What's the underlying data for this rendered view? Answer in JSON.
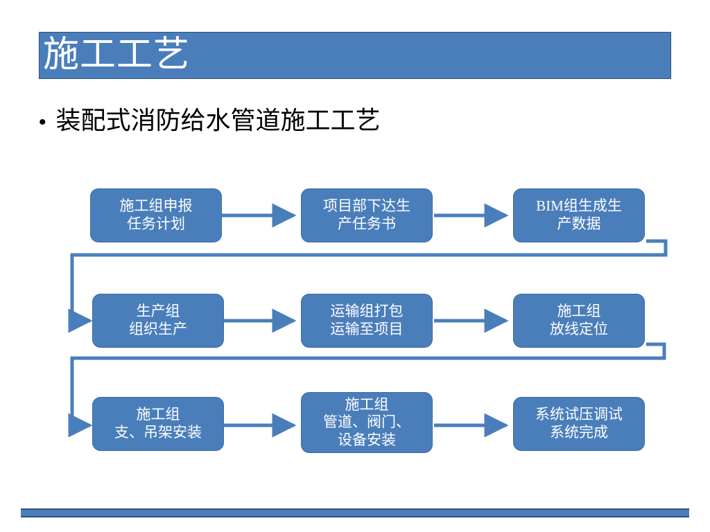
{
  "slide": {
    "title": "施工工艺",
    "bullet": {
      "marker": "•",
      "text": "装配式消防给水管道施工工艺"
    },
    "colors": {
      "accent": "#4A7EBB",
      "accent_border": "#2d4f77",
      "text": "#000000",
      "node_text": "#ffffff",
      "background": "#ffffff"
    }
  },
  "flowchart": {
    "type": "process-flow",
    "rows": 3,
    "columns": 3,
    "nodes": [
      {
        "id": "n1",
        "label": "施工组申报\n任务计划",
        "row": 1,
        "col": 1
      },
      {
        "id": "n2",
        "label": "项目部下达生\n产任务书",
        "row": 1,
        "col": 2
      },
      {
        "id": "n3",
        "label": "BIM组生成生\n产数据",
        "row": 1,
        "col": 3
      },
      {
        "id": "n4",
        "label": "生产组\n组织生产",
        "row": 2,
        "col": 1
      },
      {
        "id": "n5",
        "label": "运输组打包\n运输至项目",
        "row": 2,
        "col": 2
      },
      {
        "id": "n6",
        "label": "施工组\n放线定位",
        "row": 2,
        "col": 3
      },
      {
        "id": "n7",
        "label": "施工组\n支、吊架安装",
        "row": 3,
        "col": 1
      },
      {
        "id": "n8",
        "label": "施工组\n管道、阀门、\n设备安装",
        "row": 3,
        "col": 2
      },
      {
        "id": "n9",
        "label": "系统试压调试\n系统完成",
        "row": 3,
        "col": 3
      }
    ],
    "edges": [
      {
        "from": "n1",
        "to": "n2",
        "kind": "straight"
      },
      {
        "from": "n2",
        "to": "n3",
        "kind": "straight"
      },
      {
        "from": "n3",
        "to": "n4",
        "kind": "wrap"
      },
      {
        "from": "n4",
        "to": "n5",
        "kind": "straight"
      },
      {
        "from": "n5",
        "to": "n6",
        "kind": "straight"
      },
      {
        "from": "n6",
        "to": "n7",
        "kind": "wrap"
      },
      {
        "from": "n7",
        "to": "n8",
        "kind": "straight"
      },
      {
        "from": "n8",
        "to": "n9",
        "kind": "straight"
      }
    ]
  }
}
